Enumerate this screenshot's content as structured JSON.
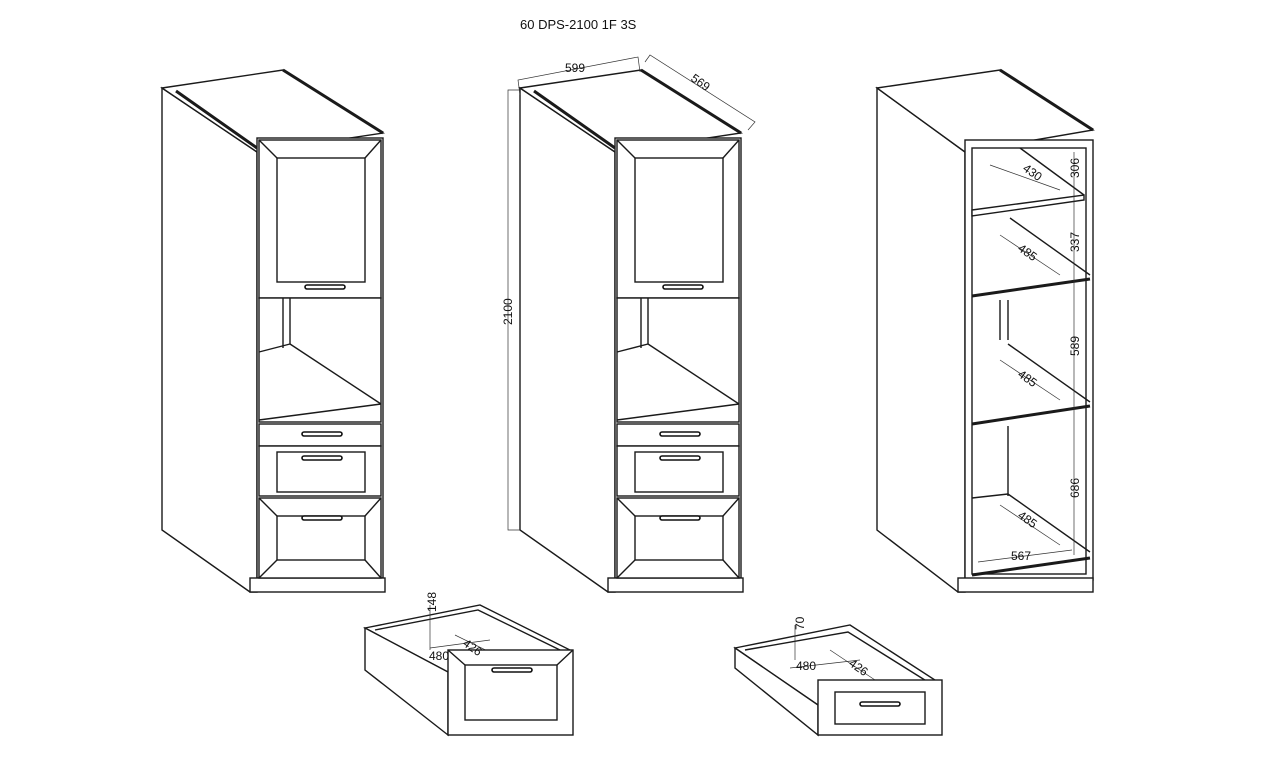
{
  "title": "60 DPS-2100 1F 3S",
  "dimensions": {
    "width": "599",
    "depth": "569",
    "height": "2100",
    "shelf_depth_top": "430",
    "shelf_depth_1": "485",
    "shelf_depth_2": "485",
    "shelf_depth_3": "485",
    "inner_width": "567",
    "gap_1": "306",
    "gap_2": "337",
    "gap_3": "589",
    "gap_4": "686",
    "drawer_large_height": "148",
    "drawer_large_depth": "480",
    "drawer_large_width": "426",
    "drawer_small_height": "70",
    "drawer_small_depth": "480",
    "drawer_small_width": "426"
  }
}
